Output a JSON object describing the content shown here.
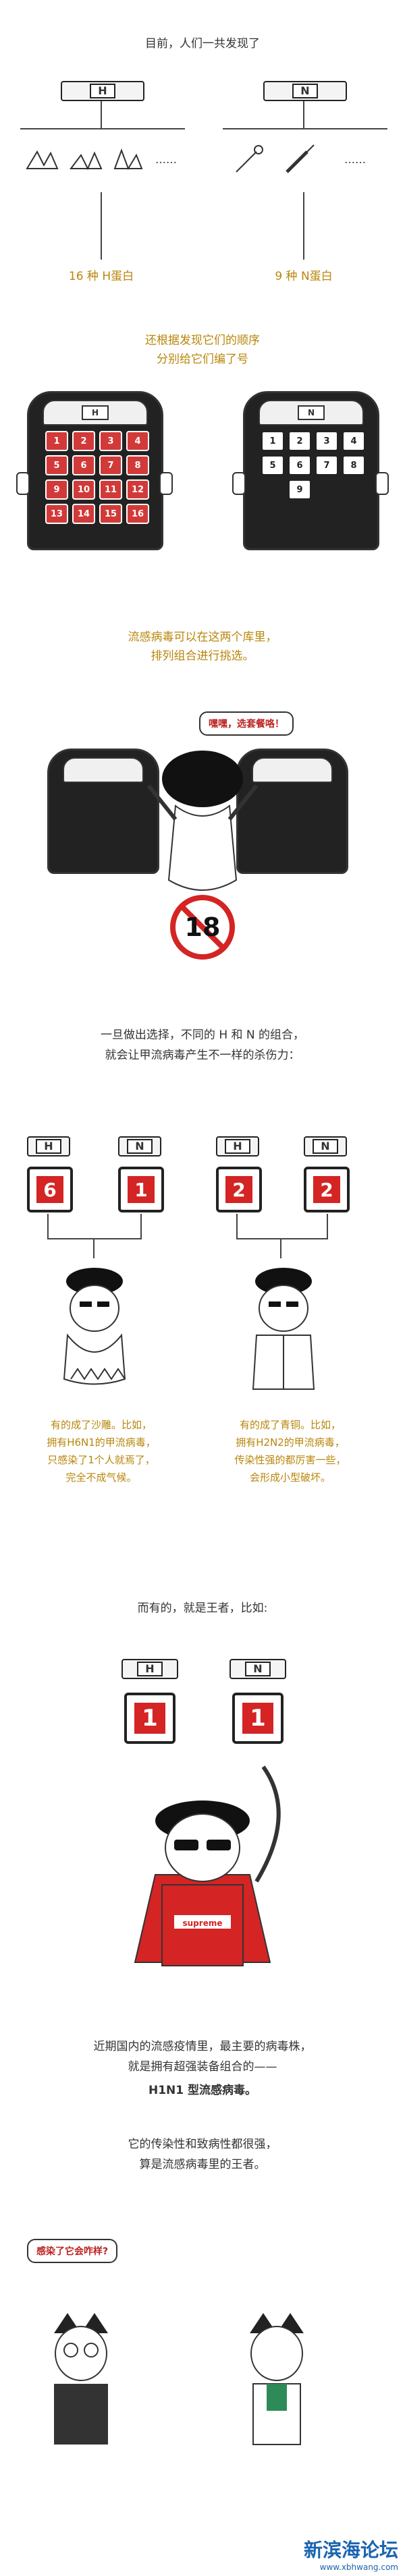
{
  "intro": "目前，人们一共发现了",
  "h_label": "H",
  "n_label": "N",
  "dots": "……",
  "count_h": "16 种 H蛋白",
  "count_n": "9 种 N蛋白",
  "numbering": [
    "还根据发现它们的顺序",
    "分别给它们编了号"
  ],
  "h_grid": [
    "1",
    "2",
    "3",
    "4",
    "5",
    "6",
    "7",
    "8",
    "9",
    "10",
    "11",
    "12",
    "13",
    "14",
    "15",
    "16"
  ],
  "n_grid": [
    "1",
    "2",
    "3",
    "4",
    "5",
    "6",
    "7",
    "8",
    "9"
  ],
  "virus_pick": [
    "流感病毒可以在这两个库里，",
    "排列组合进行挑选。"
  ],
  "bubble1": "嘿嘿，选套餐咯！",
  "no18": "18",
  "combo_text": [
    "一旦做出选择，不同的 H 和 N 的组合，",
    "就会让甲流病毒产生不一样的杀伤力："
  ],
  "left_combo": {
    "h": "6",
    "n": "1"
  },
  "right_combo": {
    "h": "2",
    "n": "2"
  },
  "left_desc": [
    "有的成了沙雕。比如，",
    "拥有H6N1的甲流病毒，",
    "只感染了1个人就焉了，",
    "完全不成气候。"
  ],
  "right_desc": [
    "有的成了青铜。比如，",
    "拥有H2N2的甲流病毒，",
    "传染性强的都厉害一些，",
    "会形成小型破坏。"
  ],
  "king_intro": "而有的，就是王者，比如:",
  "king_combo": {
    "h": "1",
    "n": "1"
  },
  "shirt_text": "supreme",
  "final_text": [
    "近期国内的流感疫情里，最主要的病毒株，",
    "就是拥有超强装备组合的——"
  ],
  "final_bold": "H1N1 型流感病毒。",
  "final_text2": [
    "它的传染性和致病性都很强，",
    "算是流感病毒里的王者。"
  ],
  "bubble2": "感染了它会咋样?",
  "watermark_cn": "新滨海论坛",
  "watermark_url": "www.xbhwang.com",
  "colors": {
    "accent_red": "#d42424",
    "gold_text": "#b8860b"
  }
}
